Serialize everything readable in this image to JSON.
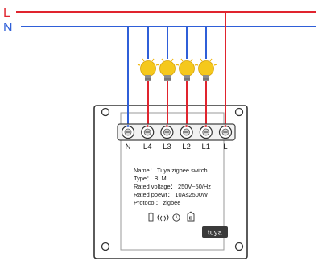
{
  "lines": {
    "live_label": "L",
    "neutral_label": "N",
    "live_color": "#e0242e",
    "neutral_color": "#2f5fd8"
  },
  "terminals": [
    {
      "label": "N",
      "wire": "neutral"
    },
    {
      "label": "L4",
      "wire": "live"
    },
    {
      "label": "L3",
      "wire": "live"
    },
    {
      "label": "L2",
      "wire": "live"
    },
    {
      "label": "L1",
      "wire": "live"
    },
    {
      "label": "L",
      "wire": "live"
    }
  ],
  "info": {
    "name": "Name： Tuya zigbee switch",
    "type": "Type： BLM",
    "voltage": "Rated voltage： 250V~50/Hz",
    "power": "Rated poewr： 10A≤2500W",
    "protocol": "Protocol： zigbee"
  },
  "badge": {
    "text": "tuya"
  },
  "icons": [
    "battery-icon",
    "wifi-signal-icon",
    "timer-icon",
    "home-shield-icon"
  ],
  "colors": {
    "bulb": "#f5c81c",
    "plate_border": "#333333",
    "inner_border": "#9a9a9a",
    "badge_bg": "#3a3a3a"
  }
}
